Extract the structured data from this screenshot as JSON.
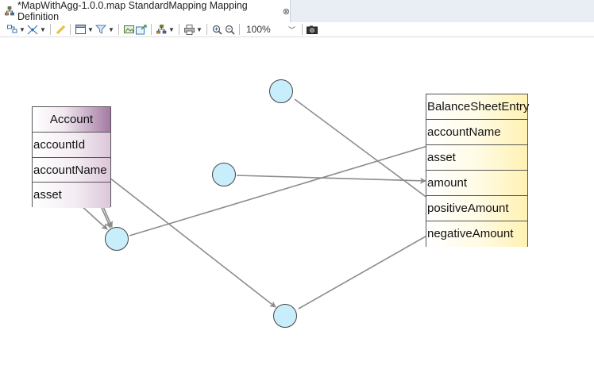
{
  "editor_tab": {
    "title": "*MapWithAgg-1.0.0.map StandardMapping Mapping Definition",
    "close_glyph": "⊗"
  },
  "toolbar": {
    "zoom_level": "100%"
  },
  "diagram": {
    "source_entity": {
      "name": "Account",
      "attributes": [
        "accountId",
        "accountName",
        "asset"
      ]
    },
    "target_entity": {
      "name": "BalanceSheetEntry",
      "attributes": [
        "accountName",
        "asset",
        "amount",
        "positiveAmount",
        "negativeAmount"
      ]
    }
  },
  "colors": {
    "function_node_fill": "#c8eefc",
    "source_header_accent": "#a57aa3",
    "target_accent": "#fff2b3",
    "connector": "#8c8c8c"
  }
}
